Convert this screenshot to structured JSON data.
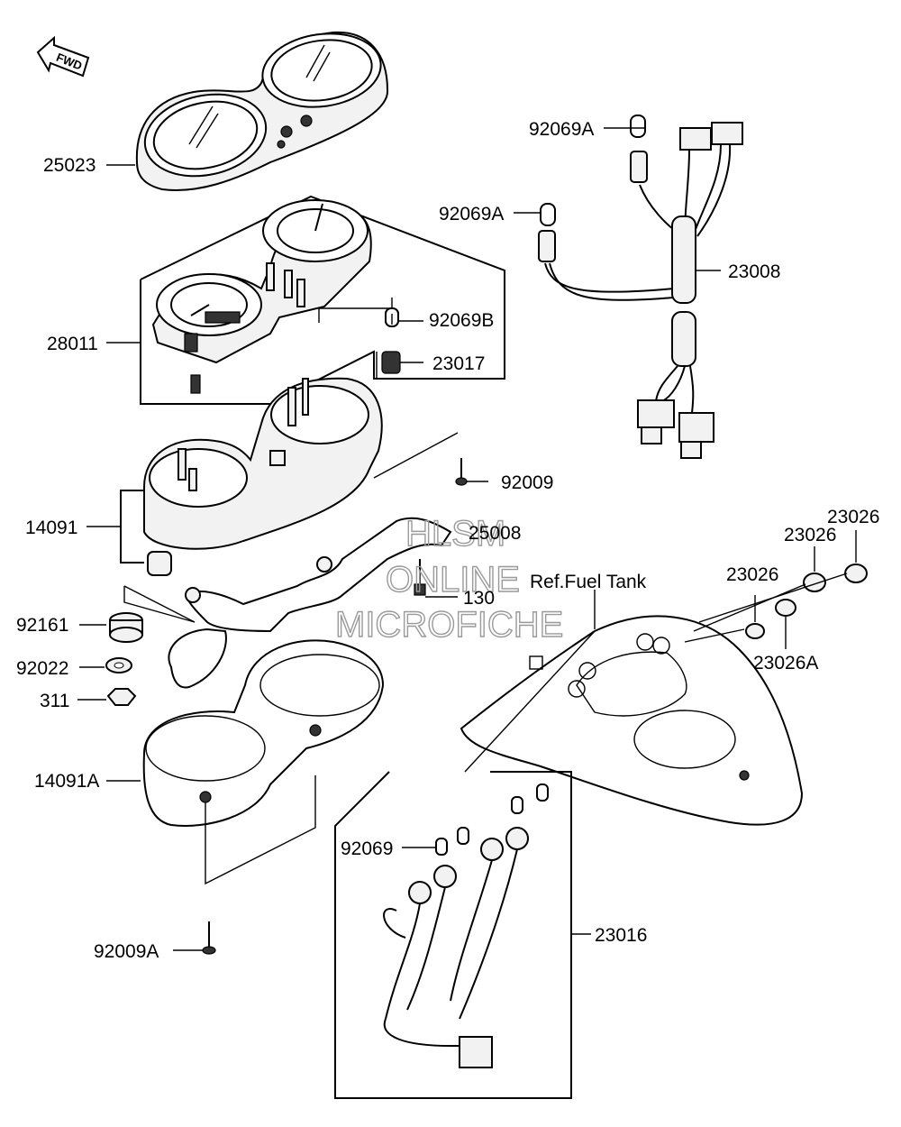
{
  "callouts": {
    "p25023": "25023",
    "p28011": "28011",
    "p92069A_1": "92069A",
    "p92069A_2": "92069A",
    "p23008": "23008",
    "p92069B": "92069B",
    "p23017": "23017",
    "p92009": "92009",
    "p14091": "14091",
    "p25008": "25008",
    "p130": "130",
    "p92161": "92161",
    "p92022": "92022",
    "p311": "311",
    "p14091A": "14091A",
    "p92009A": "92009A",
    "p23026_a": "23026",
    "p23026_b": "23026",
    "p23026_c": "23026",
    "p23026A": "23026A",
    "ref_fuel_tank": "Ref.Fuel Tank",
    "p92069": "92069",
    "p23016": "23016"
  },
  "fwd_arrow": "FWD",
  "watermark": {
    "line1": "HLSM",
    "line2": "ONLINE",
    "line3": "MICROFICHE"
  }
}
